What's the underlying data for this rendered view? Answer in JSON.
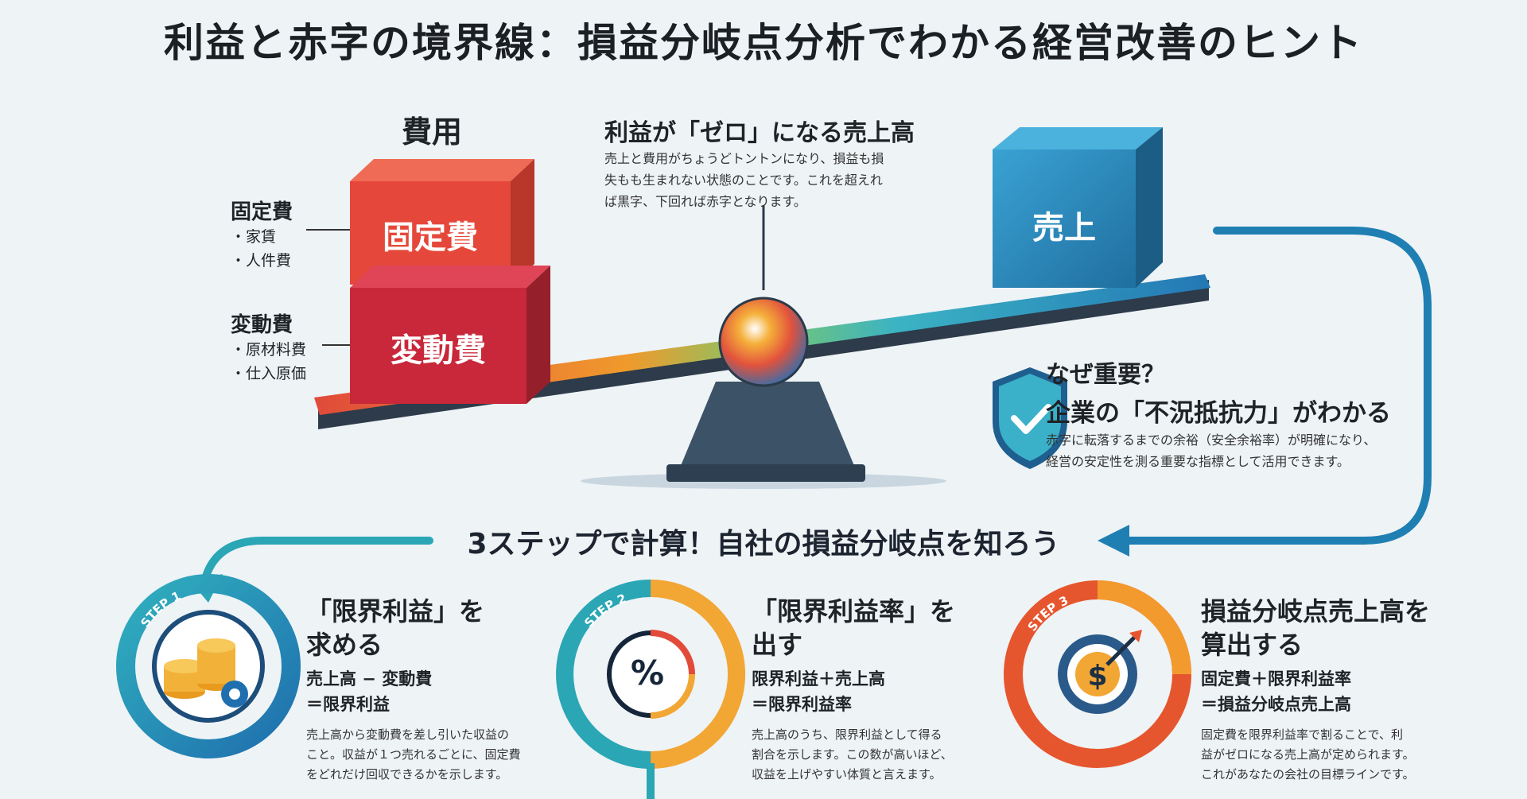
{
  "title": "利益と赤字の境界線：損益分岐点分析でわかる経営改善のヒント",
  "costs": {
    "heading": "費用",
    "fixed": {
      "label": "固定費",
      "items": [
        "・家賃",
        "・人件費"
      ],
      "block": "固定費"
    },
    "variable": {
      "label": "変動費",
      "items": [
        "・原材料費",
        "・仕入原価"
      ],
      "block": "変動費"
    }
  },
  "sales": {
    "block": "売上"
  },
  "callout": {
    "title": "利益が「ゼロ」になる売上高",
    "body": [
      "売上と費用がちょうどトントンになり、損益も損",
      "失もも生まれない状態のことです。これを超えれ",
      "ば黒字、下回れば赤字となります。"
    ]
  },
  "why": {
    "title": "なぜ重要？",
    "subtitle": "企業の「不況抵抗力」がわかる",
    "body": [
      "赤字に転落するまでの余裕（安全余裕率）が明確になり、",
      "経営の安定性を測る重要な指標として活用できます。"
    ]
  },
  "steps_heading": "3ステップで計算！自社の損益分岐点を知ろう",
  "steps": [
    {
      "badge": "STEP 1",
      "title": [
        "「限界利益」を",
        "求める"
      ],
      "formula": [
        "売上高 − 変動費",
        "＝限界利益"
      ],
      "desc": [
        "売上高から変動費を差し引いた収益の",
        "こと。収益が１つ売れるごとに、固定費",
        "をどれだけ回収できるかを示します。"
      ]
    },
    {
      "badge": "STEP 2",
      "icon_text": "%",
      "title": [
        "「限界利益率」を",
        "出す"
      ],
      "formula": [
        "限界利益＋売上高",
        "＝限界利益率"
      ],
      "desc": [
        "売上高のうち、限界利益として得る",
        "割合を示します。この数が高いほど、",
        "収益を上げやすい体質と言えます。"
      ]
    },
    {
      "badge": "STEP 3",
      "title": [
        "損益分岐点売上高を",
        "算出する"
      ],
      "formula": [
        "固定費＋限界利益率",
        "＝損益分岐点売上高"
      ],
      "desc": [
        "固定費を限界利益率で割ることで、利",
        "益がゼロになる売上高が定められます。",
        "これがあなたの会社の目標ラインです。"
      ]
    }
  ],
  "colors": {
    "fixed": "#e5483a",
    "variable": "#c8283a",
    "sales": "#2f8dc0",
    "teal": "#2aa6b5",
    "blue_arrow": "#1f7fb3",
    "orange": "#f29a2e",
    "red_orange": "#e6562e"
  },
  "icons": [
    "shield-check-icon",
    "coins-gear-icon",
    "percent-icon",
    "target-icon",
    "arrow-icon"
  ]
}
